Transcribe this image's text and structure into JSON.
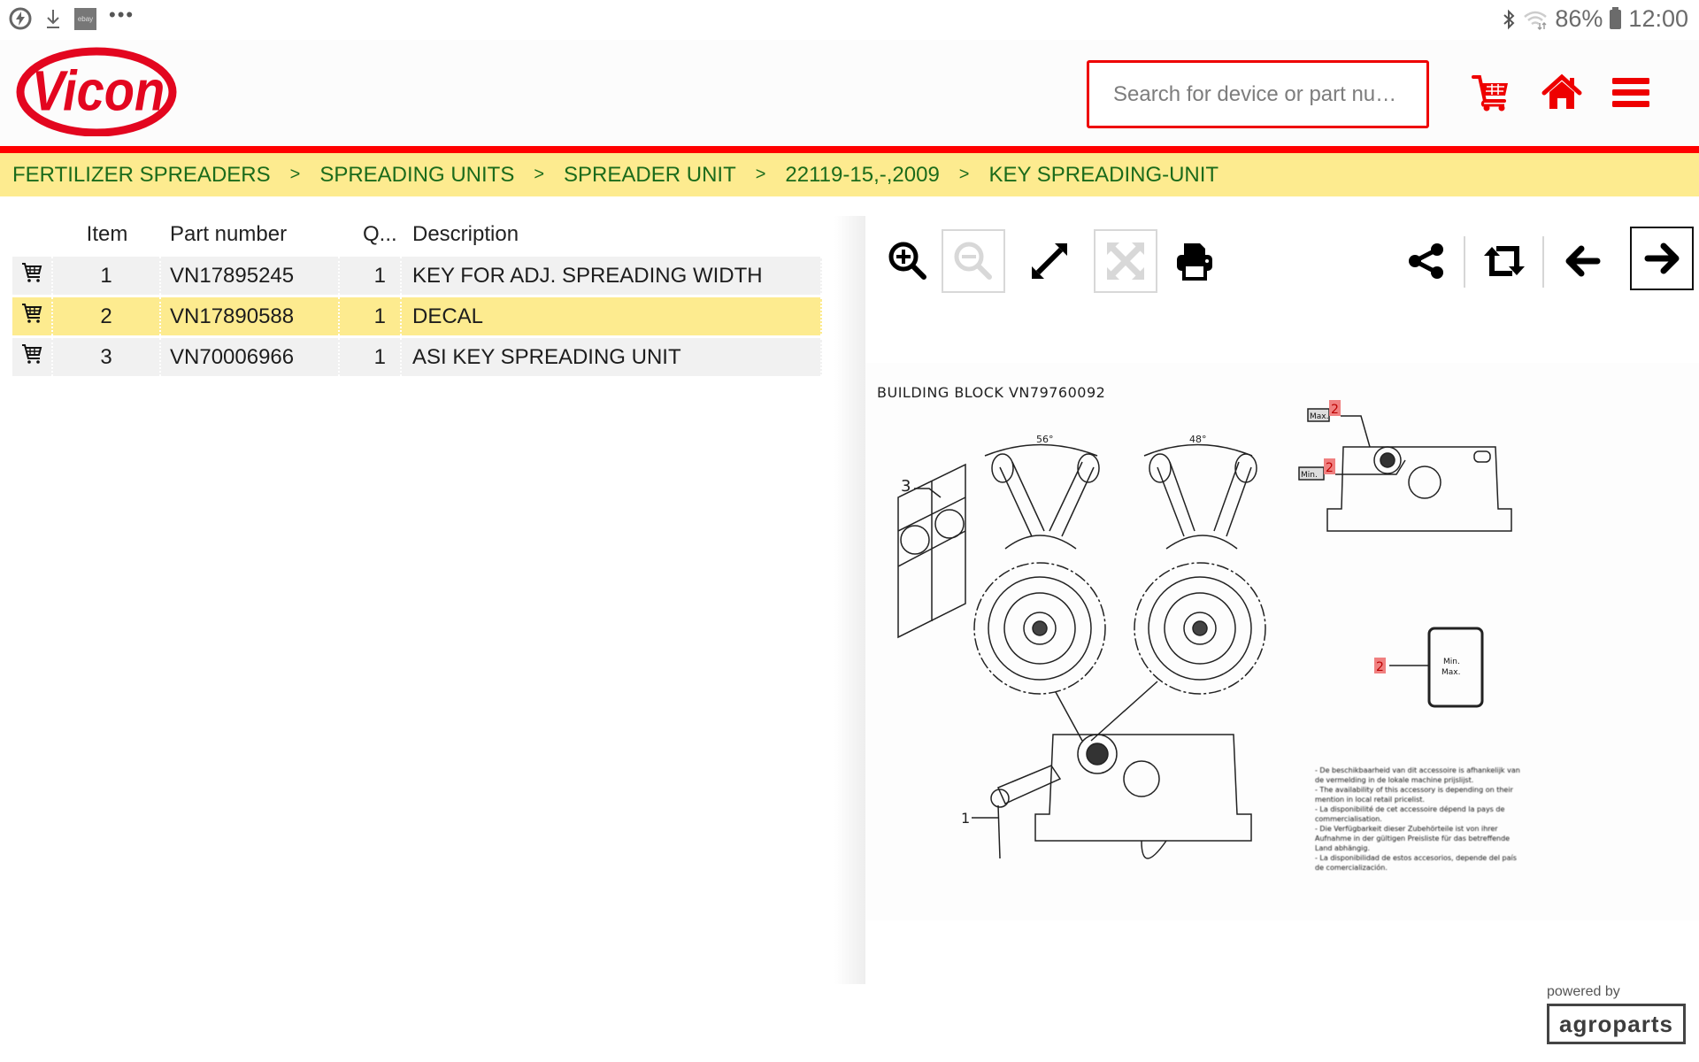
{
  "status_bar": {
    "left_icons": [
      "data-saver-icon",
      "download-icon",
      "ebay-app-icon",
      "more-notifications-icon"
    ],
    "ebay_label": "ebay",
    "more": "•••",
    "battery_percent": "86%",
    "time": "12:00",
    "right_icons": [
      "bluetooth-icon",
      "wifi-icon",
      "battery-icon"
    ]
  },
  "header": {
    "brand": "Vicon",
    "search": {
      "placeholder": "Search for device or part nu…",
      "value": ""
    },
    "icons": [
      "cart-icon",
      "home-icon",
      "menu-icon"
    ],
    "accent_color": "#ff0000"
  },
  "breadcrumb": {
    "items": [
      "FERTILIZER SPREADERS",
      "SPREADING UNITS",
      "SPREADER UNIT",
      "22119-15,-,2009",
      "KEY SPREADING-UNIT"
    ],
    "separator": ">",
    "background": "#fdeb8f",
    "text_color": "#1b6b1b"
  },
  "parts_table": {
    "columns": [
      "",
      "Item",
      "Part number",
      "Q...",
      "Description"
    ],
    "rows": [
      {
        "item": "1",
        "part_number": "VN17895245",
        "qty": "1",
        "description": "KEY FOR ADJ. SPREADING WIDTH",
        "selected": false
      },
      {
        "item": "2",
        "part_number": "VN17890588",
        "qty": "1",
        "description": "DECAL",
        "selected": true
      },
      {
        "item": "3",
        "part_number": "VN70006966",
        "qty": "1",
        "description": "ASI KEY SPREADING UNIT",
        "selected": false
      }
    ],
    "selected_color": "#fdeb8f"
  },
  "viewer": {
    "toolbar_left": [
      "zoom-in-icon",
      "zoom-out-icon (disabled)",
      "expand-icon",
      "fit-to-screen-icon (disabled)",
      "print-icon"
    ],
    "toolbar_right": [
      "share-icon",
      "rotate-icon",
      "previous-arrow-icon",
      "next-arrow-icon"
    ],
    "drawing": {
      "title": "BUILDING BLOCK  VN79760092",
      "angles": [
        "56°",
        "48°"
      ],
      "callouts": [
        "1",
        "2",
        "2",
        "2",
        "3"
      ],
      "labels": [
        "Max.",
        "Min.",
        "Min.",
        "Max."
      ],
      "notes": [
        "- De beschikbaarheid van dit accessoire is afhankelijk van de vermelding in de lokale machine prijslijst.",
        "- The availability of this accessory is depending on their mention in local retail pricelist.",
        "- La disponibilité de cet accessoire dépend la pays de commercialisation.",
        "- Die Verfügbarkeit dieser Zubehörteile ist von ihrer Aufnahme in der gültigen Preisliste für das betreffende Land abhängig.",
        "- La disponibilidad de estos accesorios, depende del país de comercialización."
      ]
    }
  },
  "footer": {
    "powered_by": "powered by",
    "brand": "agroparts"
  }
}
